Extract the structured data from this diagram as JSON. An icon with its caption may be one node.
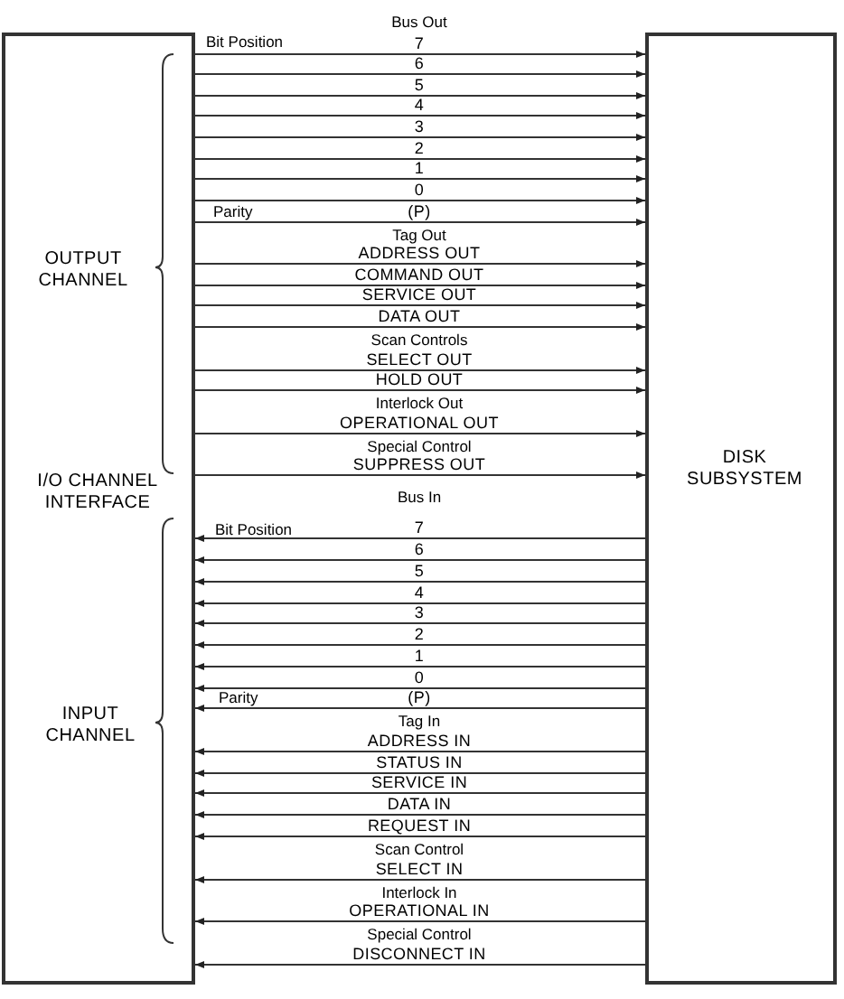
{
  "diagram": {
    "nodes": [
      {
        "text": [
          "OUTPUT CHANNEL",
          "I/O CHANNEL INTERFACE",
          "INPUT CHANNEL"
        ]
      },
      {
        "text": [
          "DISK SUBSYSTEM"
        ]
      }
    ],
    "edges": [
      {
        "from": 0,
        "to": 1,
        "arrow": "to",
        "label": "7"
      },
      {
        "from": 0,
        "to": 1,
        "arrow": "to",
        "label": "6"
      },
      {
        "from": 0,
        "to": 1,
        "arrow": "to",
        "label": "5"
      },
      {
        "from": 0,
        "to": 1,
        "arrow": "to",
        "label": "4"
      },
      {
        "from": 0,
        "to": 1,
        "arrow": "to",
        "label": "3"
      },
      {
        "from": 0,
        "to": 1,
        "arrow": "to",
        "label": "2"
      },
      {
        "from": 0,
        "to": 1,
        "arrow": "to",
        "label": "1"
      },
      {
        "from": 0,
        "to": 1,
        "arrow": "to",
        "label": "0"
      },
      {
        "from": 0,
        "to": 1,
        "arrow": "to",
        "label": "(P)"
      },
      {
        "from": 0,
        "to": 1,
        "arrow": "to",
        "label": "ADDRESS OUT"
      },
      {
        "from": 0,
        "to": 1,
        "arrow": "to",
        "label": "COMMAND OUT"
      },
      {
        "from": 0,
        "to": 1,
        "arrow": "to",
        "label": "SERVICE OUT"
      },
      {
        "from": 0,
        "to": 1,
        "arrow": "to",
        "label": "DATA OUT"
      },
      {
        "from": 0,
        "to": 1,
        "arrow": "to",
        "label": "SELECT OUT"
      },
      {
        "from": 0,
        "to": 1,
        "arrow": "to",
        "label": "HOLD OUT"
      },
      {
        "from": 0,
        "to": 1,
        "arrow": "to",
        "label": "OPERATIONAL OUT"
      },
      {
        "from": 0,
        "to": 1,
        "arrow": "to",
        "label": "SUPPRESS OUT"
      },
      {
        "from": 1,
        "to": 0,
        "arrow": "to",
        "label": "7"
      },
      {
        "from": 1,
        "to": 0,
        "arrow": "to",
        "label": "6"
      },
      {
        "from": 1,
        "to": 0,
        "arrow": "to",
        "label": "5"
      },
      {
        "from": 1,
        "to": 0,
        "arrow": "to",
        "label": "4"
      },
      {
        "from": 1,
        "to": 0,
        "arrow": "to",
        "label": "3"
      },
      {
        "from": 1,
        "to": 0,
        "arrow": "to",
        "label": "2"
      },
      {
        "from": 1,
        "to": 0,
        "arrow": "to",
        "label": "1"
      },
      {
        "from": 1,
        "to": 0,
        "arrow": "to",
        "label": "0"
      },
      {
        "from": 1,
        "to": 0,
        "arrow": "to",
        "label": "(P)"
      },
      {
        "from": 1,
        "to": 0,
        "arrow": "to",
        "label": "ADDRESS IN"
      },
      {
        "from": 1,
        "to": 0,
        "arrow": "to",
        "label": "STATUS IN"
      },
      {
        "from": 1,
        "to": 0,
        "arrow": "to",
        "label": "SERVICE IN"
      },
      {
        "from": 1,
        "to": 0,
        "arrow": "to",
        "label": "DATA IN"
      },
      {
        "from": 1,
        "to": 0,
        "arrow": "to",
        "label": "REQUEST IN"
      },
      {
        "from": 1,
        "to": 0,
        "arrow": "to",
        "label": "SELECT IN"
      },
      {
        "from": 1,
        "to": 0,
        "arrow": "to",
        "label": "OPERATIONAL IN"
      },
      {
        "from": 1,
        "to": 0,
        "arrow": "to",
        "label": "DISCONNECT IN"
      }
    ],
    "labels": [
      "Bus Out",
      "Bit Position",
      "Parity",
      "Tag Out",
      "Scan Controls",
      "Interlock Out",
      "Special Control",
      "Bus In",
      "Bit Position",
      "Parity",
      "Tag In",
      "Scan Control",
      "Interlock In",
      "Special Control"
    ]
  }
}
